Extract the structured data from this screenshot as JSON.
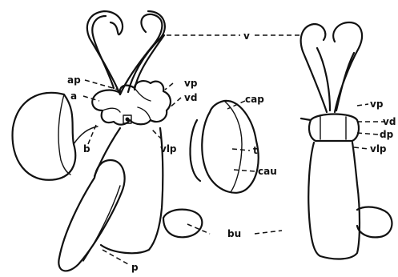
{
  "figure": {
    "labels": {
      "v": "v",
      "ap": "ap",
      "a": "a",
      "vp_left": "vp",
      "vd_left": "vd",
      "cap": "cap",
      "b": "b",
      "vlp_left": "vlp",
      "t": "t",
      "cau": "cau",
      "bu": "bu",
      "p": "p",
      "vp_right": "vp",
      "vd_right": "vd",
      "dp": "dp",
      "vlp_right": "vlp"
    }
  }
}
